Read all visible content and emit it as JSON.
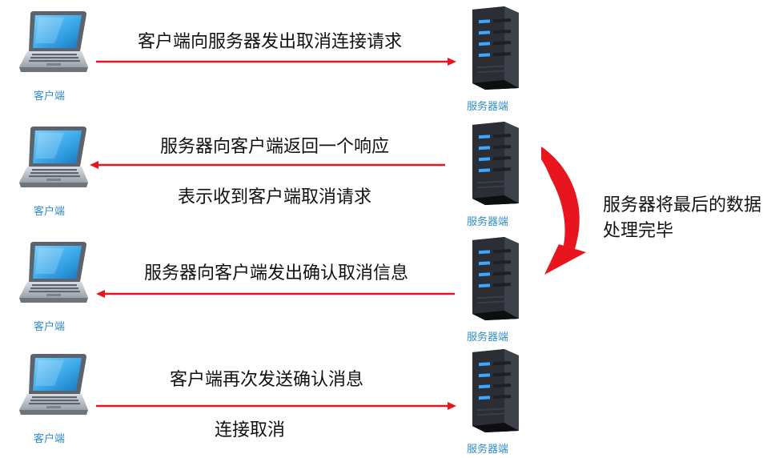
{
  "colors": {
    "arrow": "#e8141e",
    "label": "#2e8bd0",
    "server_body": "#2b2e34",
    "server_led": "#3ea6ff",
    "laptop_screen": "#39a8e8",
    "text": "#111111"
  },
  "client_label": "客户端",
  "server_label": "服务器端",
  "steps": [
    {
      "direction": "client-to-server",
      "message": "客户端向服务器发出取消连接请求",
      "note": ""
    },
    {
      "direction": "server-to-client",
      "message": "服务器向客户端返回一个响应",
      "note": "表示收到客户端取消请求"
    },
    {
      "direction": "server-to-client",
      "message": "服务器向客户端发出确认取消信息",
      "note": ""
    },
    {
      "direction": "client-to-server",
      "message": "客户端再次发送确认消息",
      "note": "连接取消"
    }
  ],
  "server_process": {
    "line1": "服务器将最后的数据",
    "line2": "处理完毕"
  },
  "icons": {
    "client": "laptop-icon",
    "server": "server-tower-icon",
    "process": "curved-arrow-icon"
  }
}
